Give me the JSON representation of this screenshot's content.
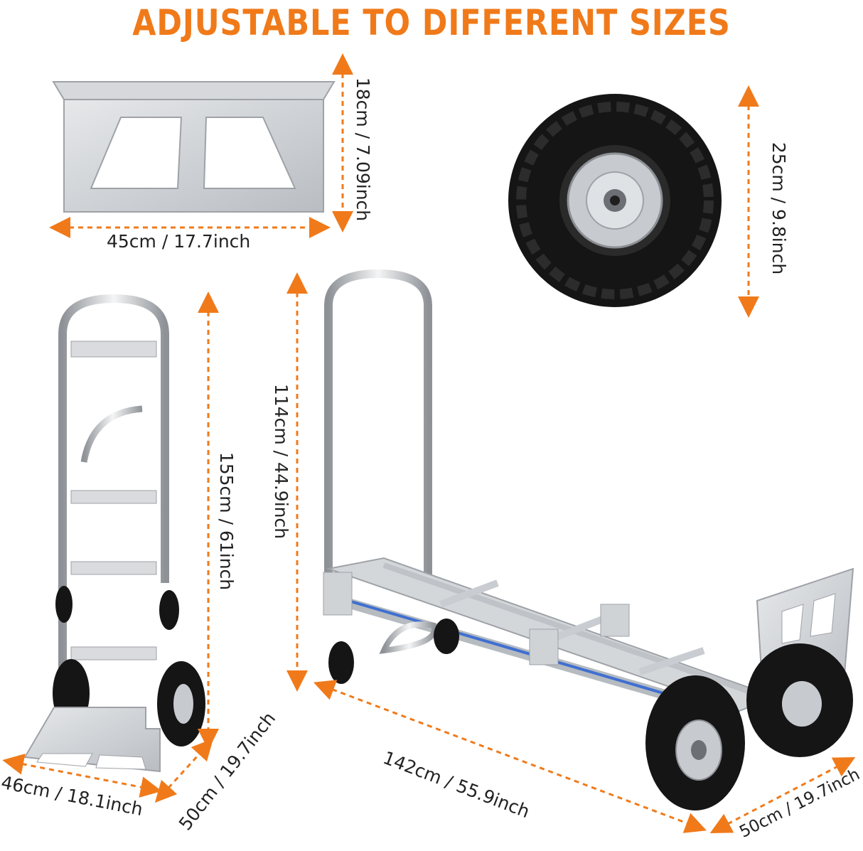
{
  "title": "ADJUSTABLE TO DIFFERENT SIZES",
  "colors": {
    "accent": "#f07a1a",
    "aluminum": "#c9ccd0",
    "tire": "#141414",
    "rail_stripe": "#3f6fd1"
  },
  "dimensions": {
    "plate_width": "45cm / 17.7inch",
    "plate_height": "18cm / 7.09inch",
    "wheel_diameter": "25cm / 9.8inch",
    "upright_height": "155cm / 61inch",
    "upright_front_width": "46cm / 18.1inch",
    "upright_side_depth": "50cm / 19.7inch",
    "platform_handle_height": "114cm / 44.9inch",
    "platform_length": "142cm / 55.9inch",
    "platform_width": "50cm / 19.7inch"
  }
}
